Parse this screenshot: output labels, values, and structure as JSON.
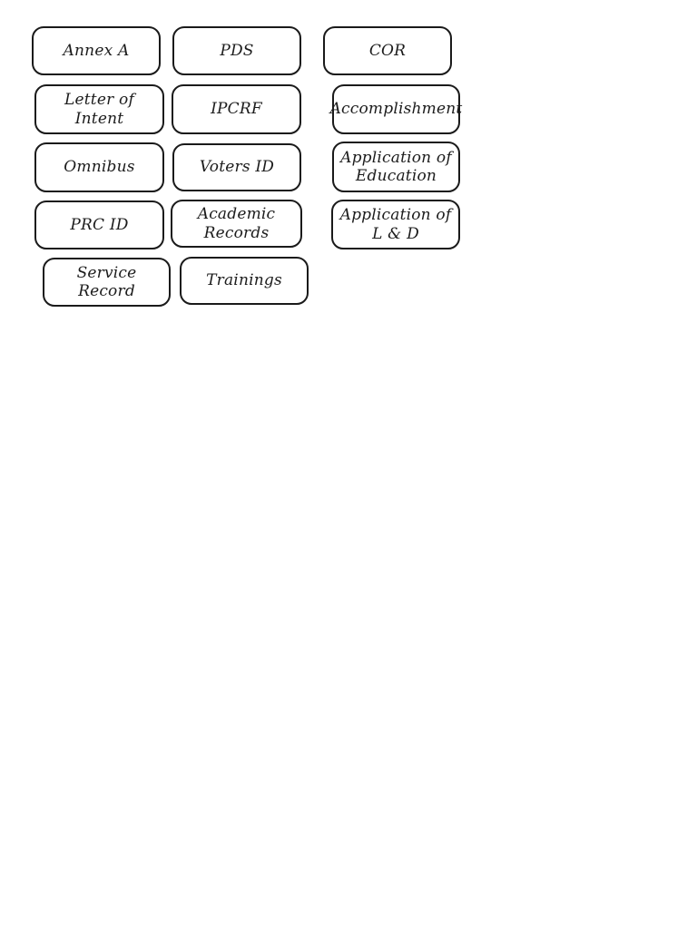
{
  "page": {
    "background_color": "#ffffff",
    "label_border_color": "#1a1a1a",
    "label_fill_color": "#ffffff",
    "label_text_color": "#1c1c1c"
  },
  "labels": [
    {
      "text": "Annex A"
    },
    {
      "text": "PDS"
    },
    {
      "text": "COR"
    },
    {
      "text": "Letter of\nIntent"
    },
    {
      "text": "IPCRF"
    },
    {
      "text": "Accomplishment"
    },
    {
      "text": "Omnibus"
    },
    {
      "text": "Voters ID"
    },
    {
      "text": "Application of\nEducation"
    },
    {
      "text": "PRC ID"
    },
    {
      "text": "Academic\nRecords"
    },
    {
      "text": "Application of\nL & D"
    },
    {
      "text": "Service\nRecord"
    },
    {
      "text": "Trainings"
    }
  ]
}
